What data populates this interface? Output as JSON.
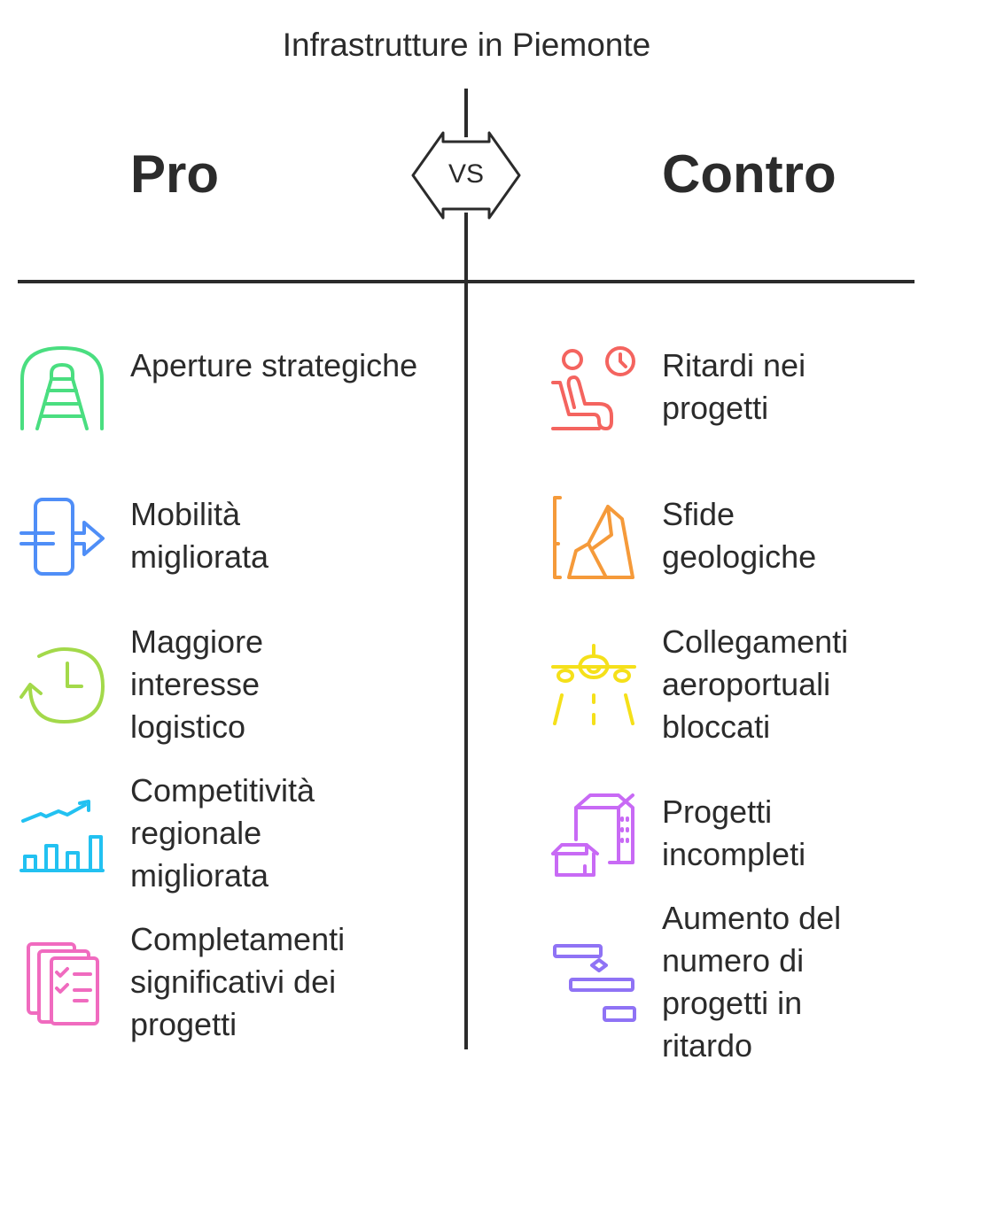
{
  "title": "Infrastrutture in Piemonte",
  "pro_heading": "Pro",
  "contro_heading": "Contro",
  "vs_label": "VS",
  "pro": [
    {
      "label": "Aperture strategiche",
      "icon": "tunnel-railway-icon",
      "color": "#4ade80"
    },
    {
      "label": "Mobilità migliorata",
      "icon": "exit-arrow-icon",
      "color": "#4f8ef7"
    },
    {
      "label": "Maggiore interesse logistico",
      "icon": "clock-history-icon",
      "color": "#a3d94a"
    },
    {
      "label": "Competitività regionale migliorata",
      "icon": "growth-chart-icon",
      "color": "#22c1f1"
    },
    {
      "label": "Completamenti significativi dei progetti",
      "icon": "checklist-icon",
      "color": "#f06bbf"
    }
  ],
  "contro": [
    {
      "label": "Ritardi nei progetti",
      "icon": "waiting-person-clock-icon",
      "color": "#f4645f"
    },
    {
      "label": "Sfide geologiche",
      "icon": "mountain-rock-icon",
      "color": "#f59a3a"
    },
    {
      "label": "Collegamenti aeroportuali bloccati",
      "icon": "airplane-icon",
      "color": "#f5e01a"
    },
    {
      "label": "Progetti incompleti",
      "icon": "buildings-icon",
      "color": "#c86af5"
    },
    {
      "label": "Aumento del numero di progetti in ritardo",
      "icon": "gantt-chart-icon",
      "color": "#8f73f5"
    }
  ]
}
